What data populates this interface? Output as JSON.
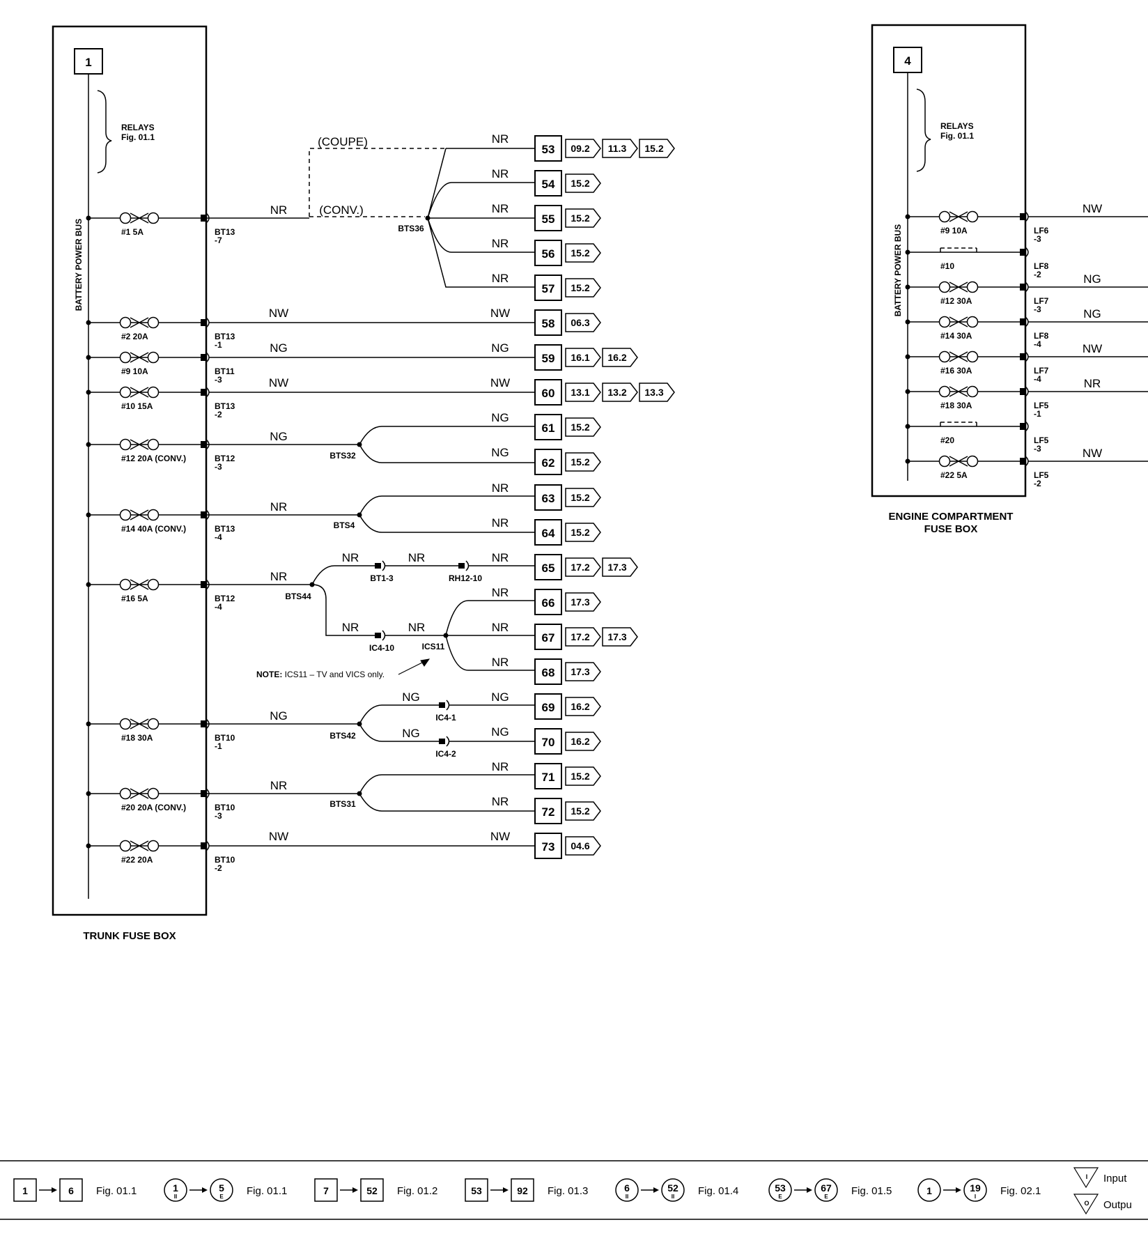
{
  "trunk_box": {
    "id": "1",
    "title": "TRUNK FUSE BOX",
    "bus_label": "BATTERY POWER BUS",
    "relays_label": "RELAYS",
    "relays_fig": "Fig. 01.1"
  },
  "engine_box": {
    "id": "4",
    "title_line1": "ENGINE COMPARTMENT",
    "title_line2": "FUSE BOX",
    "bus_label": "BATTERY POWER BUS",
    "relays_label": "RELAYS",
    "relays_fig": "Fig. 01.1"
  },
  "trunk_fuses": [
    {
      "label": "#1 5A",
      "conn": "BT13",
      "pin": "-7",
      "dashed": false
    },
    {
      "label": "#2 20A",
      "conn": "BT13",
      "pin": "-1",
      "dashed": false
    },
    {
      "label": "#9 10A",
      "conn": "BT11",
      "pin": "-3",
      "dashed": false
    },
    {
      "label": "#10 15A",
      "conn": "BT13",
      "pin": "-2",
      "dashed": false
    },
    {
      "label": "#12 20A (CONV.)",
      "conn": "BT12",
      "pin": "-3",
      "dashed": false
    },
    {
      "label": "#14 40A (CONV.)",
      "conn": "BT13",
      "pin": "-4",
      "dashed": false
    },
    {
      "label": "#16 5A",
      "conn": "BT12",
      "pin": "-4",
      "dashed": false
    },
    {
      "label": "#18 30A",
      "conn": "BT10",
      "pin": "-1",
      "dashed": false
    },
    {
      "label": "#20 20A (CONV.)",
      "conn": "BT10",
      "pin": "-3",
      "dashed": false
    },
    {
      "label": "#22 20A",
      "conn": "BT10",
      "pin": "-2",
      "dashed": false
    }
  ],
  "engine_fuses": [
    {
      "label": "#9 10A",
      "conn": "LF6",
      "pin": "-3",
      "wire": "NW",
      "dashed": false
    },
    {
      "label": "#10",
      "conn": "LF8",
      "pin": "-2",
      "wire": "",
      "dashed": true
    },
    {
      "label": "#12 30A",
      "conn": "LF7",
      "pin": "-3",
      "wire": "NG",
      "dashed": false
    },
    {
      "label": "#14 30A",
      "conn": "LF8",
      "pin": "-4",
      "wire": "NG",
      "dashed": false
    },
    {
      "label": "#16 30A",
      "conn": "LF7",
      "pin": "-4",
      "wire": "NW",
      "dashed": false
    },
    {
      "label": "#18 30A",
      "conn": "LF5",
      "pin": "-1",
      "wire": "NR",
      "dashed": false
    },
    {
      "label": "#20",
      "conn": "LF5",
      "pin": "-3",
      "wire": "",
      "dashed": true
    },
    {
      "label": "#22 5A",
      "conn": "LF5",
      "pin": "-2",
      "wire": "NW",
      "dashed": false
    }
  ],
  "outputs": [
    {
      "num": "53",
      "wire": "NR",
      "refs": [
        "09.2",
        "11.3",
        "15.2"
      ]
    },
    {
      "num": "54",
      "wire": "NR",
      "refs": [
        "15.2"
      ]
    },
    {
      "num": "55",
      "wire": "NR",
      "refs": [
        "15.2"
      ]
    },
    {
      "num": "56",
      "wire": "NR",
      "refs": [
        "15.2"
      ]
    },
    {
      "num": "57",
      "wire": "NR",
      "refs": [
        "15.2"
      ]
    },
    {
      "num": "58",
      "wire": "NW",
      "refs": [
        "06.3"
      ]
    },
    {
      "num": "59",
      "wire": "NG",
      "refs": [
        "16.1",
        "16.2"
      ]
    },
    {
      "num": "60",
      "wire": "NW",
      "refs": [
        "13.1",
        "13.2",
        "13.3"
      ]
    },
    {
      "num": "61",
      "wire": "NG",
      "refs": [
        "15.2"
      ]
    },
    {
      "num": "62",
      "wire": "NG",
      "refs": [
        "15.2"
      ]
    },
    {
      "num": "63",
      "wire": "NR",
      "refs": [
        "15.2"
      ]
    },
    {
      "num": "64",
      "wire": "NR",
      "refs": [
        "15.2"
      ]
    },
    {
      "num": "65",
      "wire": "NR",
      "refs": [
        "17.2",
        "17.3"
      ]
    },
    {
      "num": "66",
      "wire": "NR",
      "refs": [
        "17.3"
      ]
    },
    {
      "num": "67",
      "wire": "NR",
      "refs": [
        "17.2",
        "17.3"
      ]
    },
    {
      "num": "68",
      "wire": "NR",
      "refs": [
        "17.3"
      ]
    },
    {
      "num": "69",
      "wire": "NG",
      "refs": [
        "16.2"
      ]
    },
    {
      "num": "70",
      "wire": "NG",
      "refs": [
        "16.2"
      ]
    },
    {
      "num": "71",
      "wire": "NR",
      "refs": [
        "15.2"
      ]
    },
    {
      "num": "72",
      "wire": "NR",
      "refs": [
        "15.2"
      ]
    },
    {
      "num": "73",
      "wire": "NW",
      "refs": [
        "04.6"
      ]
    }
  ],
  "wires": {
    "bt13_7": "NR",
    "coupe": "(COUPE)",
    "conv": "(CONV.)",
    "bt13_1": "NW",
    "bt11_3": "NG",
    "bt13_2": "NW",
    "bt12_3": "NG",
    "bt13_4": "NR",
    "bt12_4": "NR",
    "upper_branch": "NR",
    "upper_mid": "NR",
    "lower_branch": "NR",
    "lower_mid": "NR",
    "bt10_1": "NG",
    "ic4_1_in": "NG",
    "ic4_2_in": "NG",
    "bt10_3": "NR",
    "bt10_2": "NW"
  },
  "splices": {
    "bts36": "BTS36",
    "bts32": "BTS32",
    "bts4": "BTS4",
    "bts44": "BTS44",
    "ics11": "ICS11",
    "bts42": "BTS42",
    "bts31": "BTS31"
  },
  "connectors": {
    "bt1_3": "BT1-3",
    "rh12_10": "RH12-10",
    "ic4_10": "IC4-10",
    "ic4_1": "IC4-1",
    "ic4_2": "IC4-2"
  },
  "note": {
    "bold": "NOTE:",
    "text": " ICS11 – TV and VICS only."
  },
  "nav": [
    {
      "from": "1",
      "to": "6",
      "fig": "Fig. 01.1",
      "shape": "square",
      "from_sub": "",
      "to_sub": ""
    },
    {
      "from": "1",
      "to": "5",
      "fig": "Fig. 01.1",
      "shape": "circle",
      "from_sub": "II",
      "to_sub": "E"
    },
    {
      "from": "7",
      "to": "52",
      "fig": "Fig. 01.2",
      "shape": "square",
      "from_sub": "",
      "to_sub": ""
    },
    {
      "from": "53",
      "to": "92",
      "fig": "Fig. 01.3",
      "shape": "square",
      "from_sub": "",
      "to_sub": ""
    },
    {
      "from": "6",
      "to": "52",
      "fig": "Fig. 01.4",
      "shape": "circle",
      "from_sub": "II",
      "to_sub": "II"
    },
    {
      "from": "53",
      "to": "67",
      "fig": "Fig. 01.5",
      "shape": "circle",
      "from_sub": "E",
      "to_sub": "E"
    },
    {
      "from": "1",
      "to": "19",
      "fig": "Fig. 02.1",
      "shape": "circle",
      "from_sub": "",
      "to_sub": "I"
    }
  ],
  "legend": {
    "input": "Input",
    "output": "Outpu"
  }
}
